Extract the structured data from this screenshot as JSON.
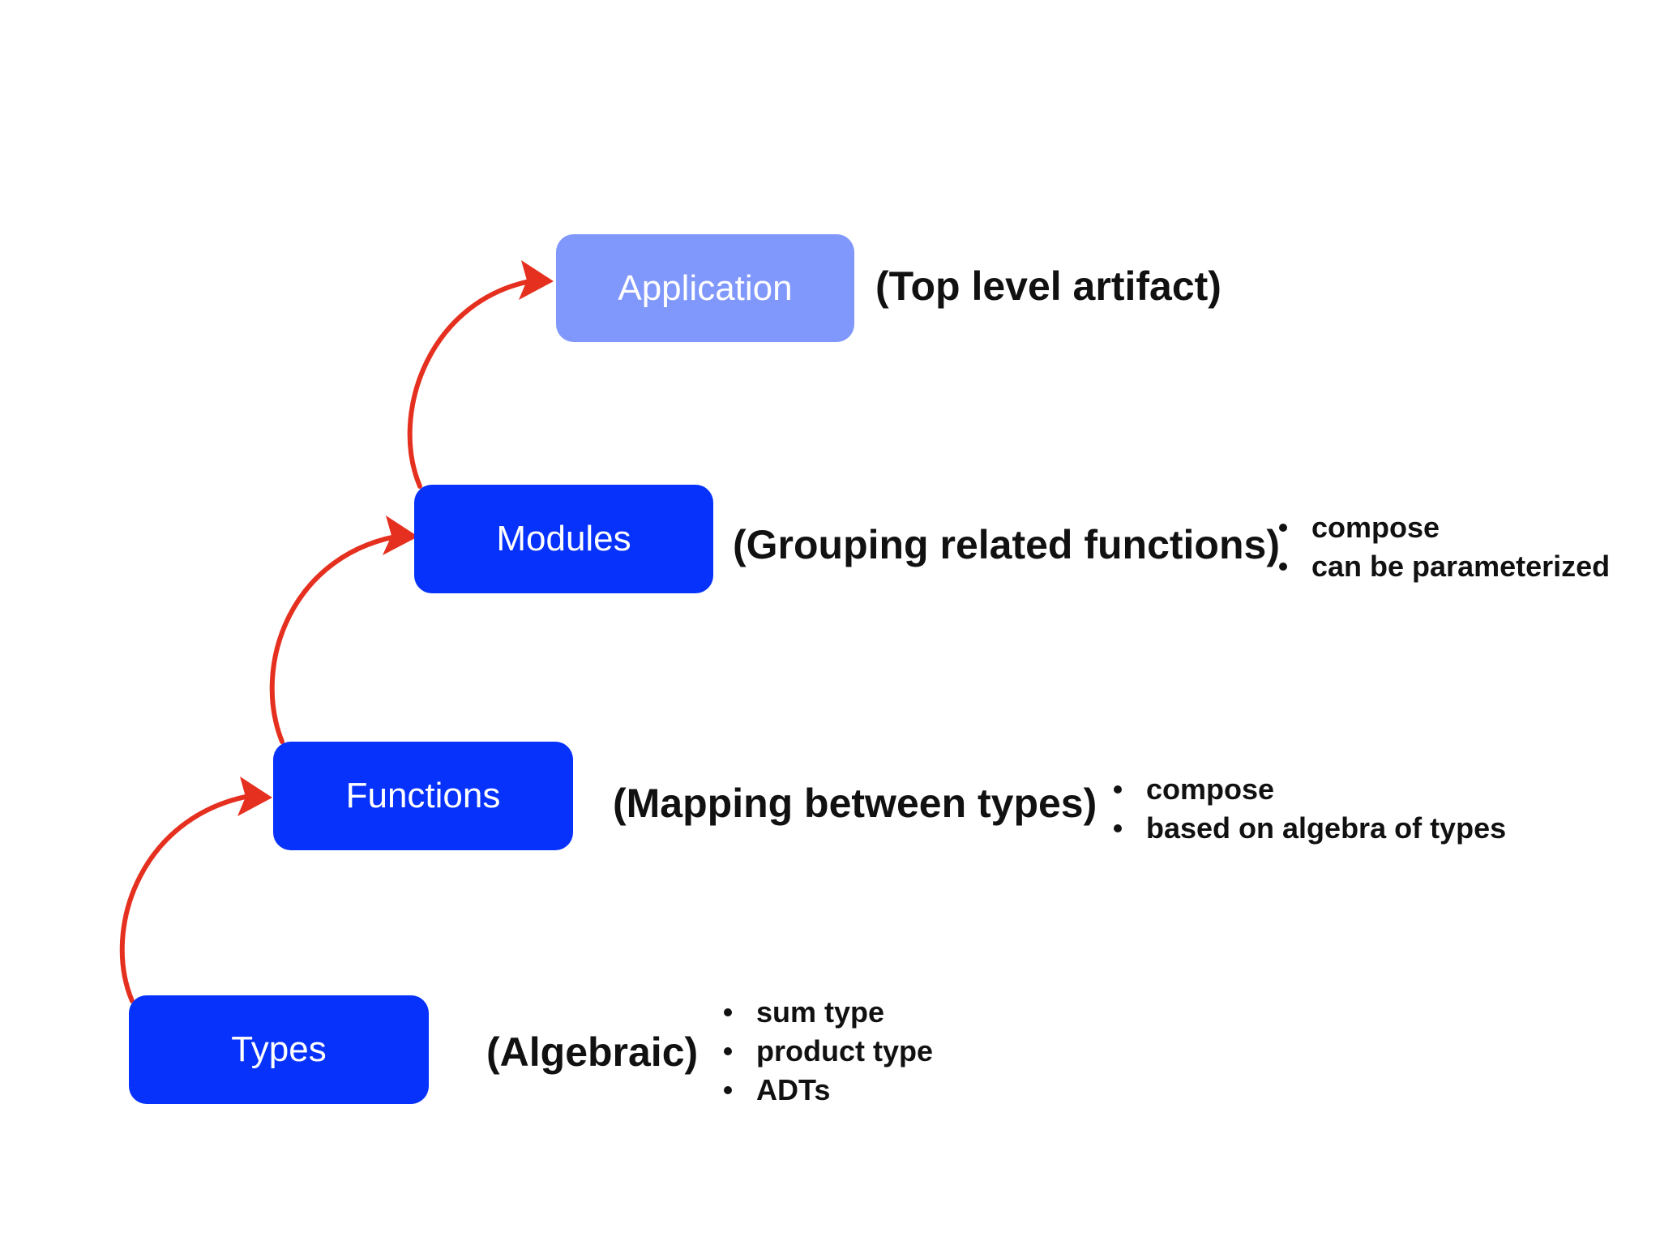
{
  "diagram": {
    "colors": {
      "node_fill": "#0632FB",
      "top_node_fill": "#8097FB",
      "node_text": "#FFFFFF",
      "arrow": "#E5301F",
      "text": "#111111"
    },
    "levels": [
      {
        "id": "application",
        "label": "Application",
        "description": "(Top level artifact)",
        "bullets": []
      },
      {
        "id": "modules",
        "label": "Modules",
        "description": "(Grouping related functions)",
        "bullets": [
          "compose",
          "can be parameterized"
        ]
      },
      {
        "id": "functions",
        "label": "Functions",
        "description": "(Mapping between types)",
        "bullets": [
          "compose",
          "based on algebra of types"
        ]
      },
      {
        "id": "types",
        "label": "Types",
        "description": "(Algebraic)",
        "bullets": [
          "sum type",
          "product type",
          "ADTs"
        ]
      }
    ],
    "edges": [
      {
        "from": "types",
        "to": "functions"
      },
      {
        "from": "functions",
        "to": "modules"
      },
      {
        "from": "modules",
        "to": "application"
      }
    ]
  }
}
